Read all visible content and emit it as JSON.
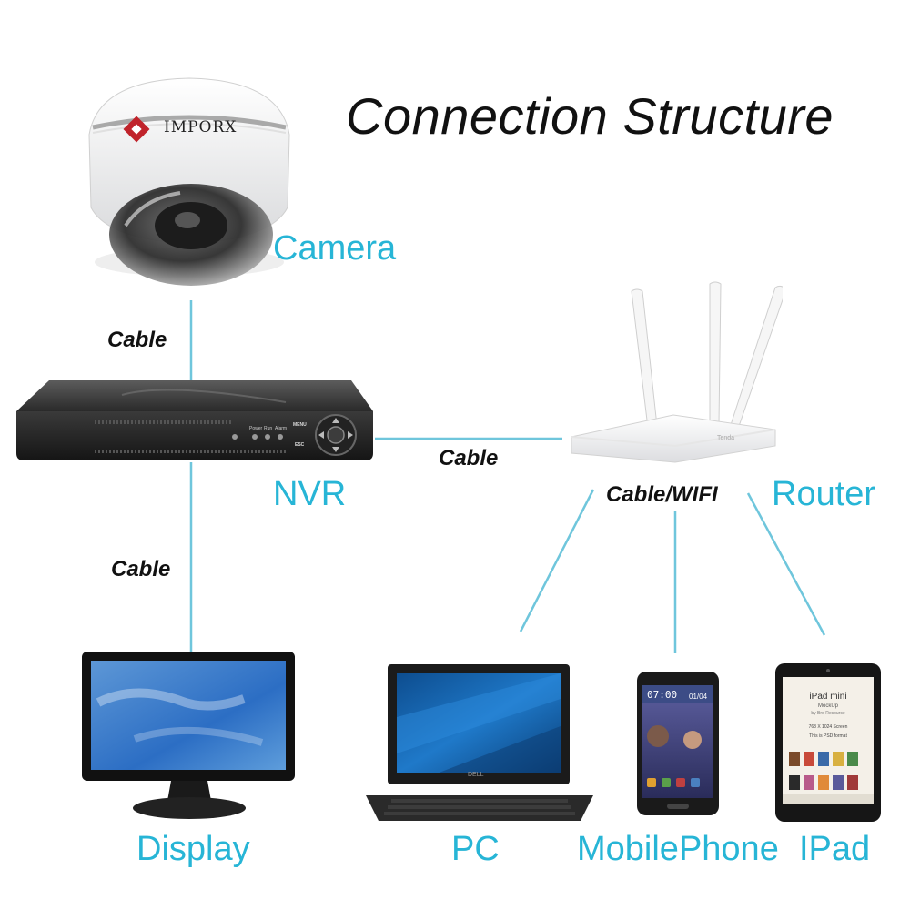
{
  "title": "Connection Structure",
  "colors": {
    "label": "#27b5d6",
    "line": "#6fc6dc",
    "text": "#111111"
  },
  "brand": {
    "camera_logo": "IMPORX",
    "device_brand": "Tenda",
    "laptop_brand": "DELL"
  },
  "devices": {
    "camera": "Camera",
    "nvr": "NVR",
    "router": "Router",
    "display": "Display",
    "pc": "PC",
    "phone": "MobilePhone",
    "ipad": "IPad"
  },
  "connections": {
    "camera_nvr": "Cable",
    "nvr_router": "Cable",
    "nvr_display": "Cable",
    "router_clients": "Cable/WIFI"
  },
  "nvr_panel": {
    "power": "Power",
    "run": "Run",
    "alarm": "Alarm",
    "menu": "MENU",
    "esc": "ESC"
  },
  "phone_screen": {
    "time": "07:00",
    "date": "01/04"
  },
  "ipad_screen": {
    "title": "iPad mini",
    "subtitle": "MockUp",
    "credit": "by Bro Resource",
    "spec_line": "768 X 1024 Screen",
    "hint": "This is PSD format"
  }
}
